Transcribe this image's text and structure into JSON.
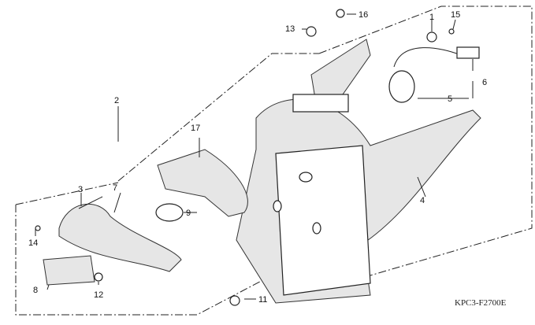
{
  "diagram": {
    "code": "KPC3-F2700E",
    "callouts": [
      "1",
      "2",
      "3",
      "4",
      "5",
      "6",
      "7",
      "8",
      "9",
      "11",
      "12",
      "13",
      "14",
      "15",
      "16",
      "17"
    ]
  }
}
